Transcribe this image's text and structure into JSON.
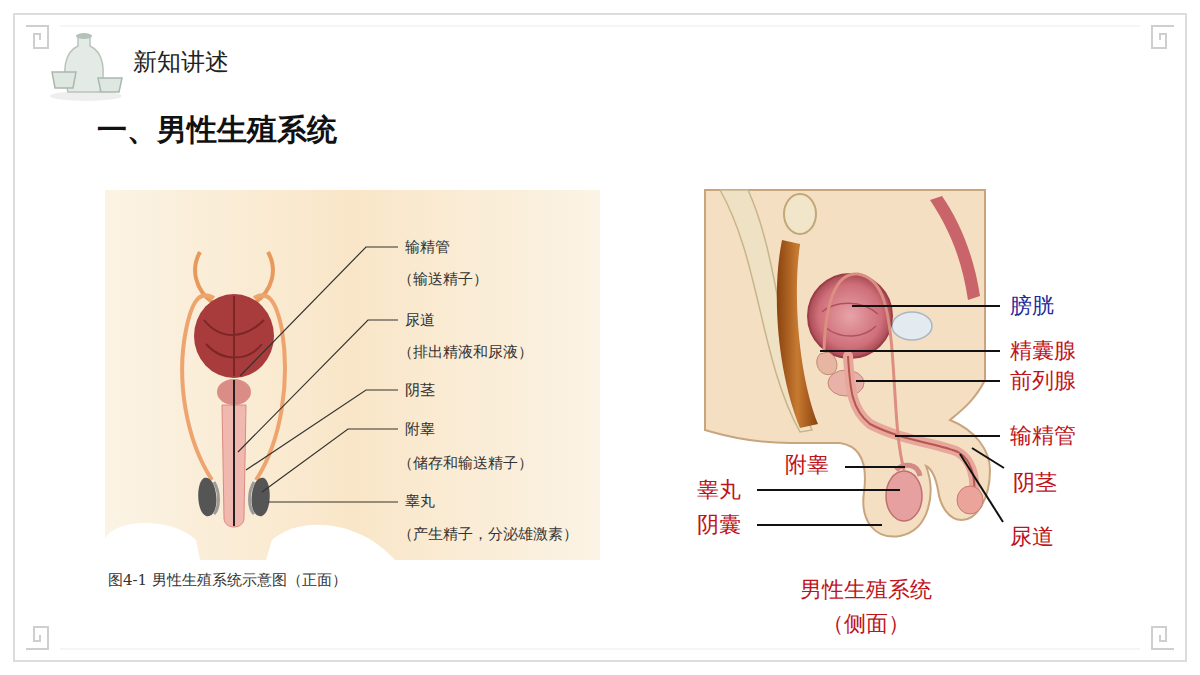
{
  "diagram": {
    "title": "一、男性生殖系统",
    "caption": "图4-1 男性生殖系统示意图（正面）",
    "labels": [
      "新知讲述",
      "输精管",
      "（输送精子）",
      "尿道",
      "（排出精液和尿液）",
      "阴茎",
      "附睾",
      "（储存和输送精子）",
      "睾丸",
      "（产生精子，分泌雄激素）",
      "膀胱",
      "精囊腺",
      "前列腺",
      "输精管",
      "阴茎",
      "尿道",
      "附睾",
      "睾丸",
      "阴囊",
      "男性生殖系统 （侧面）"
    ]
  }
}
